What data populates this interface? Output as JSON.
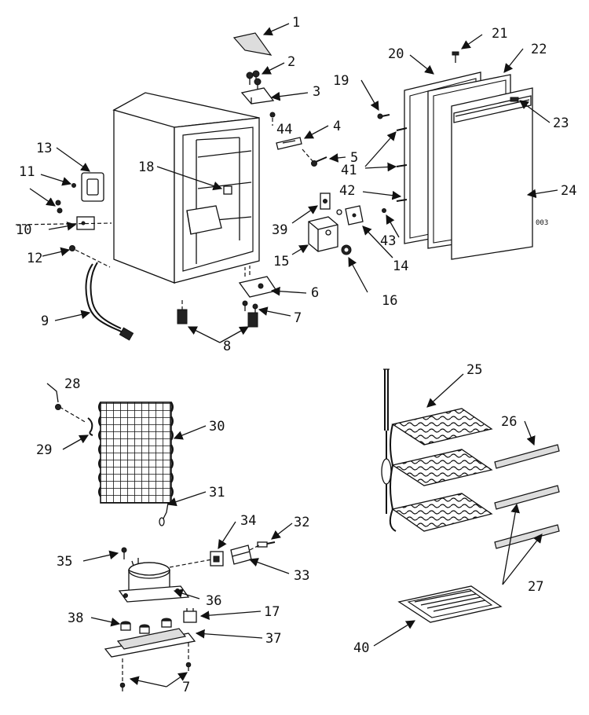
{
  "callouts": {
    "n1": "1",
    "n2": "2",
    "n3": "3",
    "n4": "4",
    "n5": "5",
    "n6": "6",
    "n7a": "7",
    "n7b": "7",
    "n8": "8",
    "n9": "9",
    "n10": "10",
    "n11": "11",
    "n12": "12",
    "n13": "13",
    "n14": "14",
    "n15": "15",
    "n16": "16",
    "n17": "17",
    "n18": "18",
    "n19": "19",
    "n20": "20",
    "n21": "21",
    "n22": "22",
    "n23": "23",
    "n24": "24",
    "n25": "25",
    "n26": "26",
    "n27": "27",
    "n28": "28",
    "n29": "29",
    "n30": "30",
    "n31": "31",
    "n32": "32",
    "n33": "33",
    "n34": "34",
    "n35": "35",
    "n36": "36",
    "n37": "37",
    "n38": "38",
    "n39": "39",
    "n40": "40",
    "n41": "41",
    "n42": "42",
    "n43": "43",
    "n44": "44"
  },
  "stamp": "003"
}
